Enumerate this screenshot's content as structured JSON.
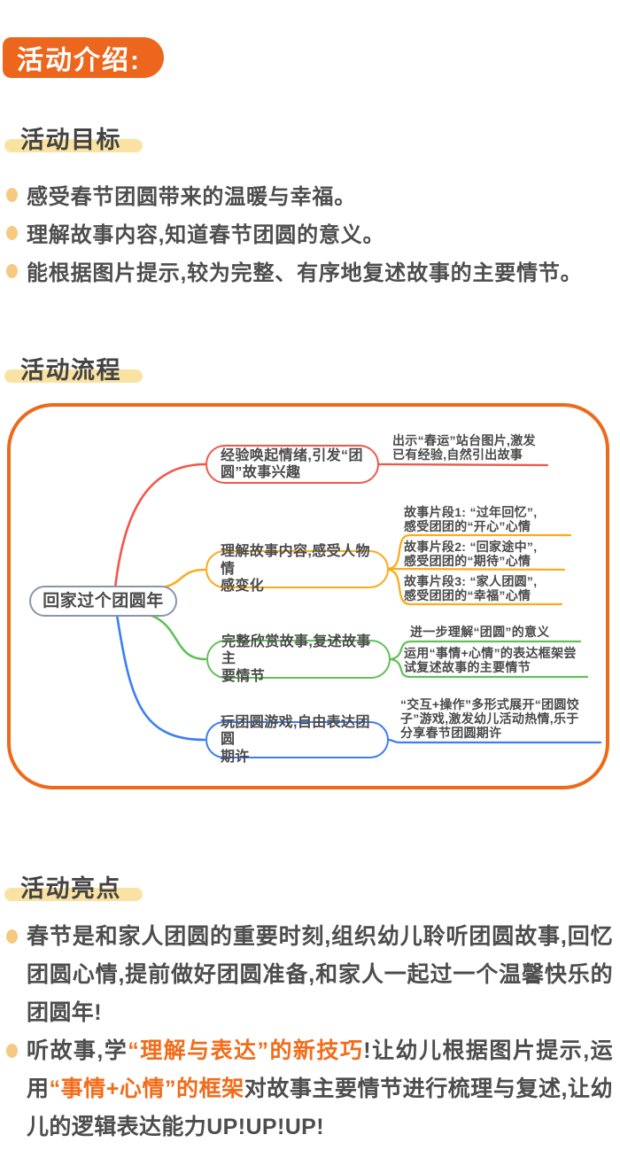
{
  "badge": {
    "label": "活动介绍:"
  },
  "goals": {
    "title": "活动目标",
    "items": [
      "感受春节团圆带来的温暖与幸福。",
      "理解故事内容,知道春节团圆的意义。",
      "能根据图片提示,较为完整、有序地复述故事的主要情节。"
    ]
  },
  "flow": {
    "title": "活动流程"
  },
  "mindmap": {
    "root": "回家过个团圆年",
    "branches": [
      {
        "name": "experience",
        "color": "#f15749",
        "node": "经验唤起情绪,引发“团\n圆”故事兴趣",
        "notes": [
          "出示“春运”站台图片,激发\n已有经验,自然引出故事"
        ]
      },
      {
        "name": "understand-story",
        "color": "#f9ac1c",
        "node": "理解故事内容,感受人物情\n感变化",
        "notes": [
          "故事片段1: “过年回忆”,\n感受团团的“开心”心情",
          "故事片段2: “回家途中”,\n感受团团的“期待”心情",
          "故事片段3: “家人团圆”,\n感受团团的“幸福”心情"
        ]
      },
      {
        "name": "retell-story",
        "color": "#61c158",
        "node": "完整欣赏故事,复述故事主\n要情节",
        "notes": [
          "进一步理解“团圆”的意义",
          "运用“事情+心情”的表达框架尝\n试复述故事的主要情节"
        ]
      },
      {
        "name": "reunion-game",
        "color": "#3d7ef2",
        "node": "玩团圆游戏,自由表达团圆\n期许",
        "notes": [
          "“交互+操作”多形式展开“团圆饺\n子”游戏,激发幼儿活动热情,乐于\n分享春节团圆期许"
        ]
      }
    ]
  },
  "highlights": {
    "title": "活动亮点",
    "items": [
      {
        "segments": [
          {
            "text": "春节是和家人团圆的重要时刻,组织幼儿聆听团圆故事,回忆团圆心情,提前做好团圆准备,和家人一起过一个温馨快乐的团圆年!",
            "accent": false
          }
        ]
      },
      {
        "segments": [
          {
            "text": "听故事,学",
            "accent": false
          },
          {
            "text": "“理解与表达”的新技巧",
            "accent": true
          },
          {
            "text": "!让幼儿根据图片提示,运用",
            "accent": false
          },
          {
            "text": "“事情+心情”的框架",
            "accent": true
          },
          {
            "text": "对故事主要情节进行梳理与复述,让幼儿的逻辑表达能力UP!UP!UP!",
            "accent": false
          }
        ]
      }
    ]
  },
  "colors": {
    "brand_orange": "#ec671d",
    "box_orange": "#ed6a1a",
    "highlight_yellow": "#fae3a2",
    "bullet_dot": "#f5ca80",
    "accent_text": "#f26c1a",
    "branch_red": "#f15749",
    "branch_yellow": "#f9ac1c",
    "branch_green": "#61c158",
    "branch_blue": "#3d7ef2",
    "root_border": "#8a94ab",
    "body_text": "#4d4d4d"
  }
}
